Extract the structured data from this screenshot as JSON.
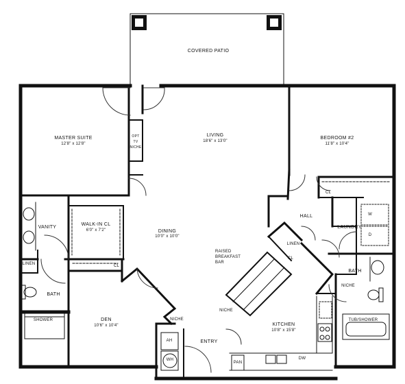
{
  "colors": {
    "wall": "#111111",
    "background": "#ffffff",
    "line": "#222222"
  },
  "rooms": {
    "covered_patio": {
      "name": "COVERED PATIO"
    },
    "master_suite": {
      "name": "MASTER SUITE",
      "dims": "12'8\" x 12'8\""
    },
    "living": {
      "name": "LIVING",
      "dims": "18'6\" x 13'0\""
    },
    "bedroom2": {
      "name": "BEDROOM #2",
      "dims": "11'8\" x 10'4\""
    },
    "vanity": {
      "name": "VANITY"
    },
    "walk_in": {
      "name": "WALK-IN CL",
      "dims": "6'0\" x 7'2\""
    },
    "dining": {
      "name": "DINING",
      "dims": "10'0\" x 10'0\""
    },
    "hall": {
      "name": "HALL"
    },
    "laundry": {
      "name": "LAUNDRY"
    },
    "bath_master": {
      "name": "BATH"
    },
    "bath_2": {
      "name": "BATH"
    },
    "den": {
      "name": "DEN",
      "dims": "10'6\" x 10'4\""
    },
    "kitchen": {
      "name": "KITCHEN",
      "dims": "10'8\" x 15'8\""
    },
    "entry": {
      "name": "ENTRY"
    }
  },
  "labels": {
    "opt_tv_niche": [
      "OPT",
      "TV",
      "NICHE"
    ],
    "raised_bar": [
      "RAISED",
      "BREAKFAST",
      "BAR"
    ],
    "linen_hall": "LINEN",
    "linen_bath": "LINEN",
    "cl_bedroom": "CL",
    "cl_den": "CL",
    "cl_kitchen": "CL",
    "niche_den": "NICHE",
    "niche_kitchen": "NICHE",
    "niche_bath": "NICHE",
    "shower": "SHOWER",
    "tub_shower": "TUB/SHOWER",
    "ah": "AH",
    "wh": "WH",
    "pan": "PAN",
    "dw": "DW",
    "washer": "W",
    "dryer": "D"
  }
}
